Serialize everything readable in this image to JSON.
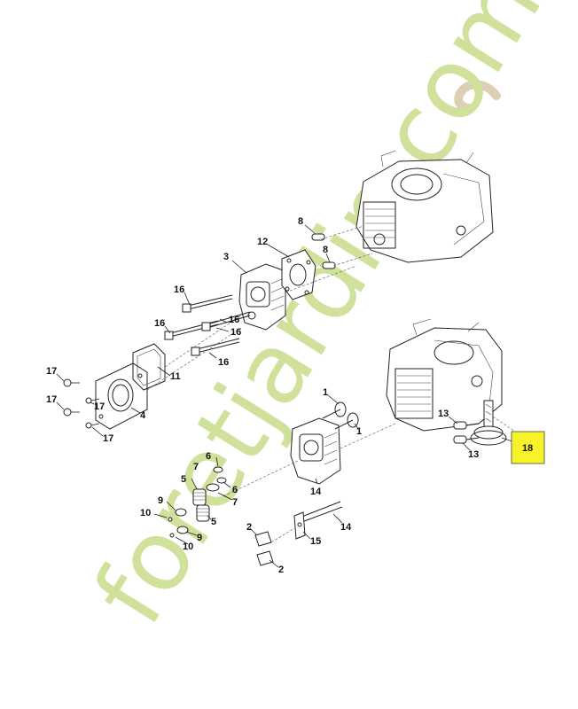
{
  "watermark": {
    "text": "foretjardin.com",
    "color": "#c8dc8a",
    "accent": "#f2b46a"
  },
  "highlight": {
    "label": "18",
    "color": "#f7f229"
  },
  "colors": {
    "line": "#222222",
    "paper": "#ffffff"
  },
  "callouts": [
    {
      "id": "c8",
      "label": "8"
    },
    {
      "id": "c12",
      "label": "12"
    },
    {
      "id": "c3",
      "label": "3"
    },
    {
      "id": "c16a",
      "label": "16"
    },
    {
      "id": "c16b",
      "label": "16"
    },
    {
      "id": "c16c",
      "label": "16"
    },
    {
      "id": "c16d",
      "label": "16"
    },
    {
      "id": "c16e",
      "label": "16"
    },
    {
      "id": "c8b",
      "label": "8"
    },
    {
      "id": "c11",
      "label": "11"
    },
    {
      "id": "c17a",
      "label": "17"
    },
    {
      "id": "c17b",
      "label": "17"
    },
    {
      "id": "c17c",
      "label": "17"
    },
    {
      "id": "c17d",
      "label": "17"
    },
    {
      "id": "c4",
      "label": "4"
    },
    {
      "id": "c1a",
      "label": "1"
    },
    {
      "id": "c1b",
      "label": "1"
    },
    {
      "id": "c13a",
      "label": "13"
    },
    {
      "id": "c13b",
      "label": "13"
    },
    {
      "id": "c14a",
      "label": "14"
    },
    {
      "id": "c14b",
      "label": "14"
    },
    {
      "id": "c7a",
      "label": "7"
    },
    {
      "id": "c6a",
      "label": "6"
    },
    {
      "id": "c5a",
      "label": "5"
    },
    {
      "id": "c6b",
      "label": "6"
    },
    {
      "id": "c7b",
      "label": "7"
    },
    {
      "id": "c9a",
      "label": "9"
    },
    {
      "id": "c5b",
      "label": "5"
    },
    {
      "id": "c10a",
      "label": "10"
    },
    {
      "id": "c9b",
      "label": "9"
    },
    {
      "id": "c10b",
      "label": "10"
    },
    {
      "id": "c2a",
      "label": "2"
    },
    {
      "id": "c15",
      "label": "15"
    },
    {
      "id": "c2b",
      "label": "2"
    }
  ]
}
